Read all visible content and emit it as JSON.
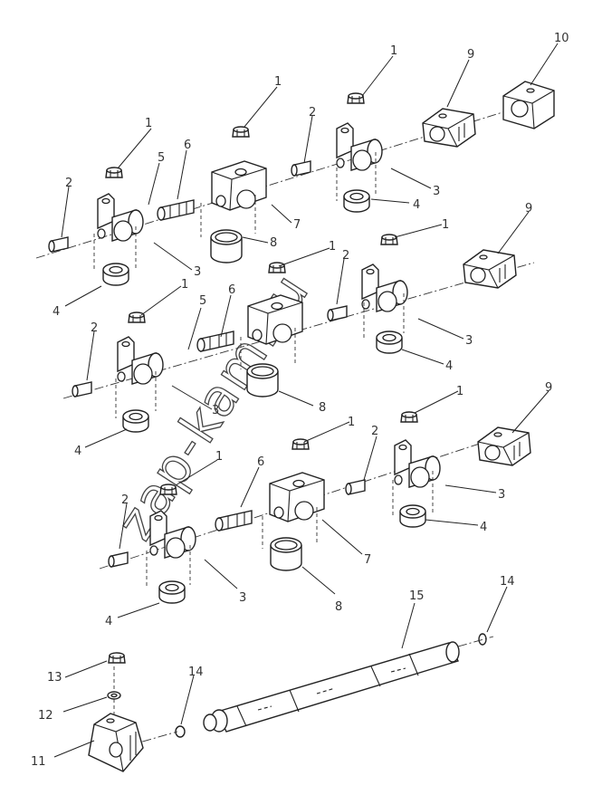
{
  "watermark": "zap-kam.ru",
  "corner_mark": "",
  "callouts": {
    "c1a": "1",
    "c1b": "1",
    "c1c": "1",
    "c1d": "1",
    "c1e": "1",
    "c1f": "1",
    "c1g": "1",
    "c1h": "1",
    "c1i": "1",
    "c2a": "2",
    "c2b": "2",
    "c2c": "2",
    "c2d": "2",
    "c2e": "2",
    "c2f": "2",
    "c3a": "3",
    "c3b": "3",
    "c3c": "3",
    "c3d": "3",
    "c3e": "3",
    "c3f": "3",
    "c4a": "4",
    "c4b": "4",
    "c4c": "4",
    "c4d": "4",
    "c4e": "4",
    "c4f": "4",
    "c5a": "5",
    "c5b": "5",
    "c6a": "6",
    "c6b": "6",
    "c6c": "6",
    "c7a": "7",
    "c7b": "7",
    "c8a": "8",
    "c8b": "8",
    "c8c": "8",
    "c9a": "9",
    "c9b": "9",
    "c9c": "9",
    "c10": "10",
    "c11": "11",
    "c12": "12",
    "c13": "13",
    "c14a": "14",
    "c14b": "14",
    "c15": "15"
  }
}
